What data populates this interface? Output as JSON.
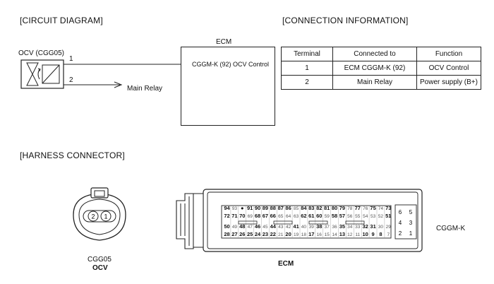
{
  "sections": {
    "circuit": "[CIRCUIT DIAGRAM]",
    "connection": "[CONNECTION INFORMATION]",
    "harness": "[HARNESS CONNECTOR]"
  },
  "circuit": {
    "ocv_label": "OCV (CGG05)",
    "pin1": "1",
    "pin2": "2",
    "main_relay": "Main Relay",
    "ecm_title": "ECM",
    "ecm_pin_label": "CGGM-K (92) OCV Control"
  },
  "table": {
    "headers": [
      "Terminal",
      "Connected to",
      "Function"
    ],
    "rows": [
      [
        "1",
        "ECM CGGM-K (92)",
        "OCV Control"
      ],
      [
        "2",
        "Main Relay",
        "Power supply (B+)"
      ]
    ]
  },
  "harness": {
    "ocv_code": "CGG05",
    "ocv_name": "OCV",
    "ocv_pins": [
      "2",
      "1"
    ],
    "ecm_name": "ECM",
    "ecm_code": "CGGM-K",
    "ecm_row1": [
      "94",
      "93",
      "●",
      "91",
      "90",
      "89",
      "88",
      "87",
      "86",
      "85",
      "84",
      "83",
      "82",
      "81",
      "80",
      "79",
      "78",
      "77",
      "76",
      "75",
      "74",
      "73"
    ],
    "ecm_row2": [
      "72",
      "71",
      "70",
      "69",
      "68",
      "67",
      "66",
      "65",
      "64",
      "63",
      "62",
      "61",
      "60",
      "59",
      "58",
      "57",
      "56",
      "55",
      "54",
      "53",
      "52",
      "51"
    ],
    "ecm_row3": [
      "50",
      "49",
      "48",
      "47",
      "46",
      "45",
      "44",
      "43",
      "42",
      "41",
      "40",
      "39",
      "38",
      "37",
      "36",
      "35",
      "34",
      "33",
      "32",
      "31",
      "30",
      "29"
    ],
    "ecm_row4": [
      "28",
      "27",
      "26",
      "25",
      "24",
      "23",
      "22",
      "21",
      "20",
      "19",
      "18",
      "17",
      "16",
      "15",
      "14",
      "13",
      "12",
      "11",
      "10",
      "9",
      "8",
      "7"
    ],
    "small_block": [
      [
        "6",
        "5"
      ],
      [
        "4",
        "3"
      ],
      [
        "2",
        "1"
      ]
    ]
  }
}
